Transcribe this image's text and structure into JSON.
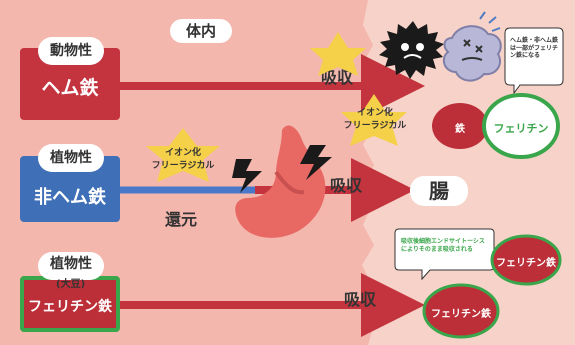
{
  "header": {
    "body_label": "体内"
  },
  "rows": [
    {
      "tag": "動物性",
      "main": "ヘム鉄",
      "absorb": "吸収"
    },
    {
      "tag": "植物性",
      "main": "非ヘム鉄",
      "absorb": "吸収",
      "reduce": "還元",
      "destination": "腸",
      "star_line1": "イオン化",
      "star_line2": "フリーラジカル"
    },
    {
      "tag": "植物性",
      "tag_sub": "(大豆)",
      "main": "フェリチン鉄",
      "absorb": "吸収"
    }
  ],
  "right_panel": {
    "star_line1": "イオン化",
    "star_line2": "フリーラジカル",
    "bubble_top": "ヘム鉄・非ヘム鉄は一部がフェリチン鉄になる",
    "iron_label": "鉄",
    "ferritin_label": "フェリチン",
    "bubble_bottom": "吸収後細胞エンドサイトーシスによりそのまま吸収される",
    "ferritin_iron_1": "フェリチン鉄",
    "ferritin_iron_2": "フェリチン鉄"
  },
  "colors": {
    "bg_left": "#f4b7ad",
    "bg_right": "#f7d2c8",
    "heme_box": "#c4343e",
    "nonheme_box": "#3f6fb6",
    "ferritin_box": "#bc2f38",
    "ferritin_border": "#3aa64b",
    "arrow": "#c4343e",
    "star": "#f5d149",
    "white": "#ffffff",
    "dark": "#1a1a1a",
    "stomach": "#e86864"
  },
  "icons": [
    "star-icon",
    "lightning-bolt-icon",
    "angry-cell-icon",
    "damaged-cell-icon",
    "stomach-icon",
    "ferritin-molecule-icon",
    "arrow-icon"
  ]
}
